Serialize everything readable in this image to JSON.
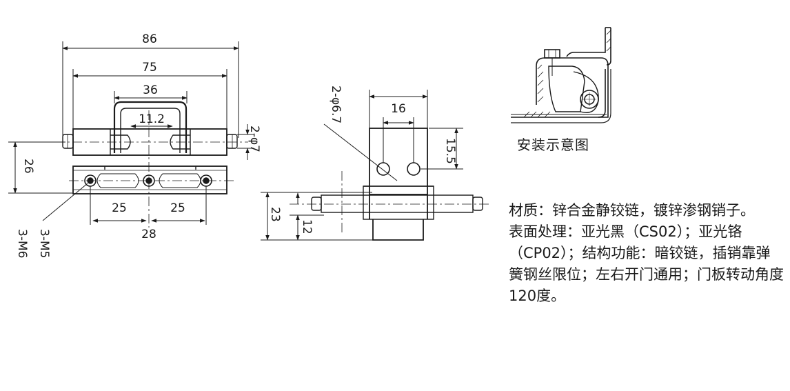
{
  "front_view": {
    "dim_overall": "86",
    "dim_span": "75",
    "dim_bracket": "36",
    "dim_gap": "11.2",
    "dim_pin": "2-φ7",
    "dim_height": "26",
    "dim_hole_left": "25",
    "dim_hole_right": "25",
    "dim_bottom": "28",
    "hole_label_a": "3-M5",
    "hole_label_b": "3-M6"
  },
  "side_view": {
    "dim_holes": "2-φ6.7",
    "dim_width": "16",
    "dim_hole_offset": "15.5",
    "dim_height": "23",
    "dim_axis": "12"
  },
  "install": {
    "caption": "安装示意图"
  },
  "spec": {
    "material": "材质：锌合金静铰链，镀锌渗钢销子。",
    "surface": "表面处理：亚光黑（CS02）；亚光铬（CP02）；结构功能：暗铰链，插销靠弹簧钢丝限位；左右开门通用；门板转动角度120度。"
  }
}
